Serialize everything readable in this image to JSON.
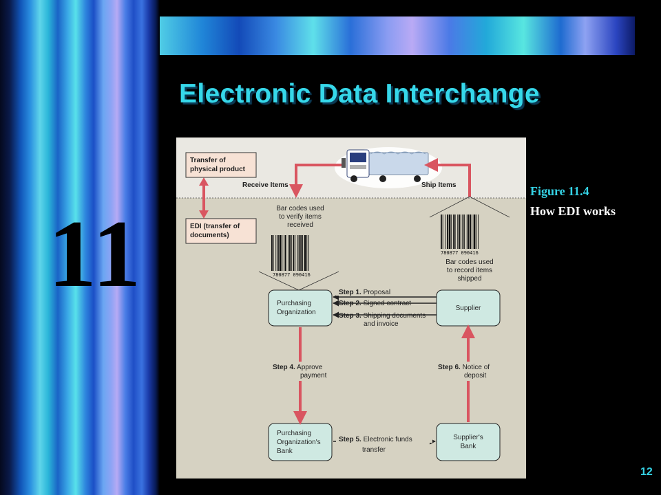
{
  "slide": {
    "title": "Electronic Data Interchange",
    "chapter_number": "11",
    "figure_number": "Figure 11.4",
    "figure_caption": "How EDI works",
    "page_number": "12"
  },
  "diagram": {
    "legend_physical": [
      "Transfer of",
      "physical product"
    ],
    "legend_edi": [
      "EDI (transfer of",
      "documents)"
    ],
    "receive_items": "Receive Items",
    "ship_items": "Ship Items",
    "barcode_left_label": [
      "Bar codes used",
      "to verify items",
      "received"
    ],
    "barcode_right_label": [
      "Bar codes used",
      "to record items",
      "shipped"
    ],
    "barcode_digits_left": "780877 090416",
    "barcode_digits_right": "780877 090416",
    "purchasing_org": [
      "Purchasing",
      "Organization"
    ],
    "supplier": [
      "Supplier"
    ],
    "purchasing_bank": [
      "Purchasing",
      "Organization's",
      "Bank"
    ],
    "supplier_bank": [
      "Supplier's",
      "Bank"
    ],
    "step1": {
      "num": "Step 1.",
      "text": "Proposal"
    },
    "step2": {
      "num": "Step 2.",
      "text": "Signed contract"
    },
    "step3": {
      "num": "Step 3.",
      "text": [
        "Shipping documents",
        "and invoice"
      ]
    },
    "step4": {
      "num": "Step 4.",
      "text": [
        "Approve",
        "payment"
      ]
    },
    "step5": {
      "num": "Step 5.",
      "text": [
        "Electronic funds",
        "transfer"
      ]
    },
    "step6": {
      "num": "Step 6.",
      "text": [
        "Notice of",
        "deposit"
      ]
    },
    "colors": {
      "arrow_red": "#d95560",
      "box_teal": "#cfe9e2",
      "box_border": "#222222",
      "peach": "#f7e2d5",
      "bg_top": "#eae8e2",
      "bg_bottom": "#d6d2c2"
    }
  }
}
